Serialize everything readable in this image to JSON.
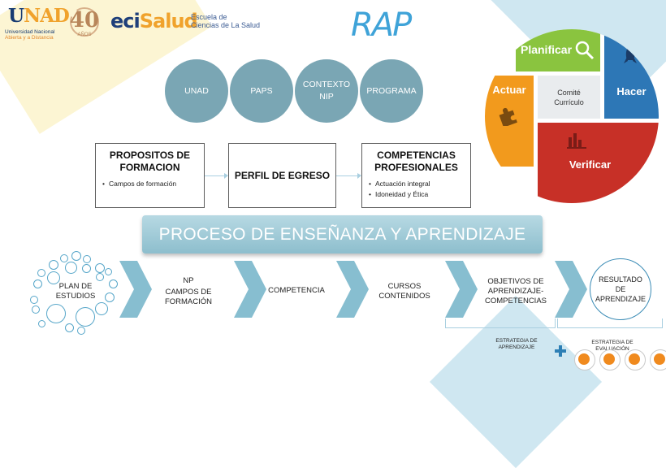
{
  "header": {
    "unad_logo": {
      "word_prefix": "U",
      "word_accent": "NAD",
      "line1": "Universidad Nacional",
      "line2": "Abierta y a Distancia"
    },
    "anniversary_logo": {
      "number": "40",
      "caption": "AÑOS"
    },
    "ecisalud_logo": {
      "word_a": "eci",
      "word_b": "Salud",
      "school_line1": "Escuela de",
      "school_line2": "Ciencias de La Salud"
    },
    "title": "RAP"
  },
  "pdca": {
    "planificar": "Planificar",
    "hacer": "Hacer",
    "actuar": "Actuar",
    "verificar": "Verificar",
    "center_line1": "Comité",
    "center_line2": "Currículo",
    "colors": {
      "plan": "#8ac43f",
      "do": "#2d77b6",
      "act": "#f29a1d",
      "check": "#c73027"
    }
  },
  "circles": [
    {
      "line1": "UNAD",
      "line2": ""
    },
    {
      "line1": "PAPS",
      "line2": ""
    },
    {
      "line1": "CONTEXTO",
      "line2": "NIP"
    },
    {
      "line1": "PROGRAMA",
      "line2": ""
    }
  ],
  "boxes": {
    "propositos": {
      "title": "PROPOSITOS DE FORMACION",
      "items": [
        "Campos de formación"
      ]
    },
    "perfil": {
      "title": "PERFIL DE EGRESO"
    },
    "competencias": {
      "title": "COMPETENCIAS PROFESIONALES",
      "items": [
        "Actuación integral",
        "Idoneidad y Ética"
      ]
    }
  },
  "banner": {
    "text": "PROCESO DE ENSEÑANZA Y APRENDIZAJE"
  },
  "flow": {
    "plan": {
      "line1": "PLAN DE",
      "line2": "ESTUDIOS"
    },
    "np": {
      "line1": "NP",
      "line2": "CAMPOS DE",
      "line3": "FORMACIÓN"
    },
    "competencia": "COMPETENCIA",
    "cursos": {
      "line1": "CURSOS",
      "line2": "CONTENIDOS"
    },
    "objetivos": {
      "line1": "OBJETIVOS DE",
      "line2": "APRENDIZAJE-",
      "line3": "COMPETENCIAS"
    },
    "resultado": {
      "line1": "RESULTADO",
      "line2": "DE",
      "line3": "APRENDIZAJE"
    },
    "estrategia_aprendizaje": {
      "line1": "ESTRATEGIA DE",
      "line2": "APRENDIZAJE"
    },
    "estrategia_evaluacion": {
      "line1": "ESTRATEGIA DE",
      "line2": "EVALUACIÓN"
    }
  },
  "accent": "#7aa6b4"
}
